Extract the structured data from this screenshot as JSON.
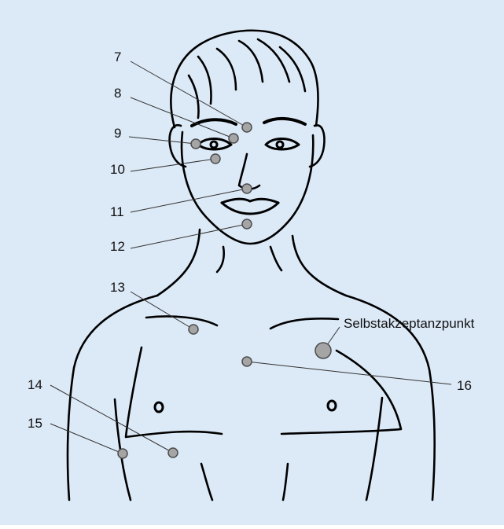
{
  "figure": {
    "background_color": "#dce9f7",
    "point_fill": "#a5a5a5",
    "point_stroke": "#4d4d4d",
    "line_color": "#000000",
    "subject": "frontal-upper-body-line-drawing"
  },
  "points": [
    {
      "id": "7",
      "label": "7",
      "location": "between-eyebrows"
    },
    {
      "id": "8",
      "label": "8",
      "location": "inner-eye-corner"
    },
    {
      "id": "9",
      "label": "9",
      "location": "outer-eye-corner"
    },
    {
      "id": "10",
      "label": "10",
      "location": "under-eye"
    },
    {
      "id": "11",
      "label": "11",
      "location": "under-nose"
    },
    {
      "id": "12",
      "label": "12",
      "location": "chin"
    },
    {
      "id": "13",
      "label": "13",
      "location": "collarbone"
    },
    {
      "id": "14",
      "label": "14",
      "location": "under-arm"
    },
    {
      "id": "15",
      "label": "15",
      "location": "side-chest"
    },
    {
      "id": "16",
      "label": "16",
      "location": "sternum"
    },
    {
      "id": "selbstakzeptanzpunkt",
      "label": "Selbstakzeptanzpunkt",
      "location": "upper-left-chest"
    }
  ]
}
